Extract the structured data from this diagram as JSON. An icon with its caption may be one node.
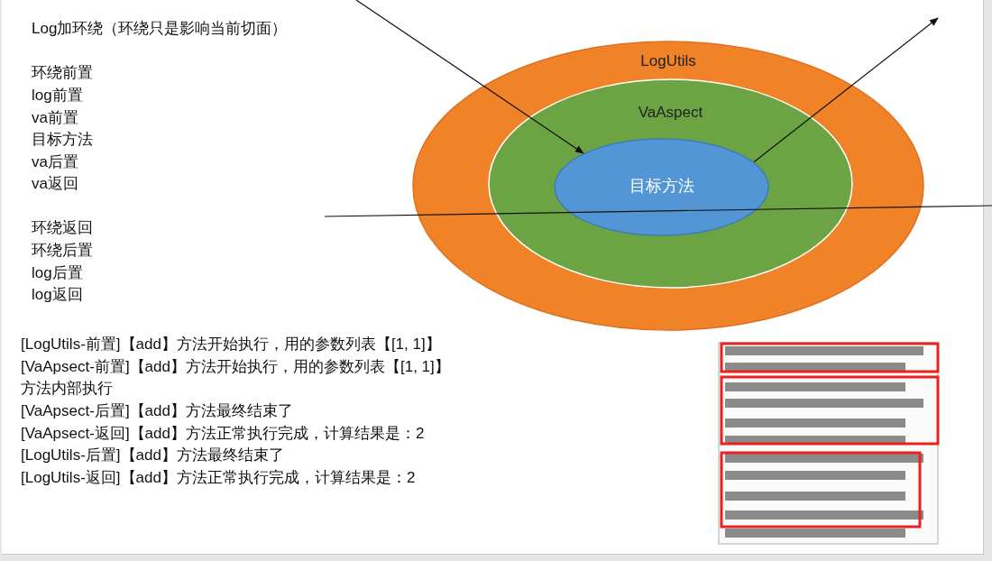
{
  "diagram": {
    "title": "Log加环绕（环绕只是影响当前切面）",
    "nodes": [
      {
        "text": [
          "LogUtils"
        ]
      },
      {
        "text": [
          "VaAspect"
        ],
        "in": 0
      },
      {
        "text": [
          "目标方法"
        ],
        "in": 1
      }
    ],
    "edges": [
      {
        "from": null,
        "to": 2,
        "arrow": "to"
      },
      {
        "from": 2,
        "to": null,
        "arrow": "to"
      }
    ],
    "labels": [
      "环绕前置",
      "log前置",
      "va前置",
      "目标方法",
      "va后置",
      "va返回",
      "环绕返回",
      "环绕后置",
      "log后置",
      "log返回",
      "[LogUtils-前置]【add】方法开始执行，用的参数列表【[1, 1]】",
      "[VaApsect-前置]【add】方法开始执行，用的参数列表【[1, 1]】",
      "方法内部执行",
      "[VaApsect-后置]【add】方法最终结束了",
      "[VaApsect-返回]【add】方法正常执行完成，计算结果是：2",
      "[LogUtils-后置]【add】方法最终结束了",
      "[LogUtils-返回]【add】方法正常执行完成，计算结果是：2"
    ]
  }
}
